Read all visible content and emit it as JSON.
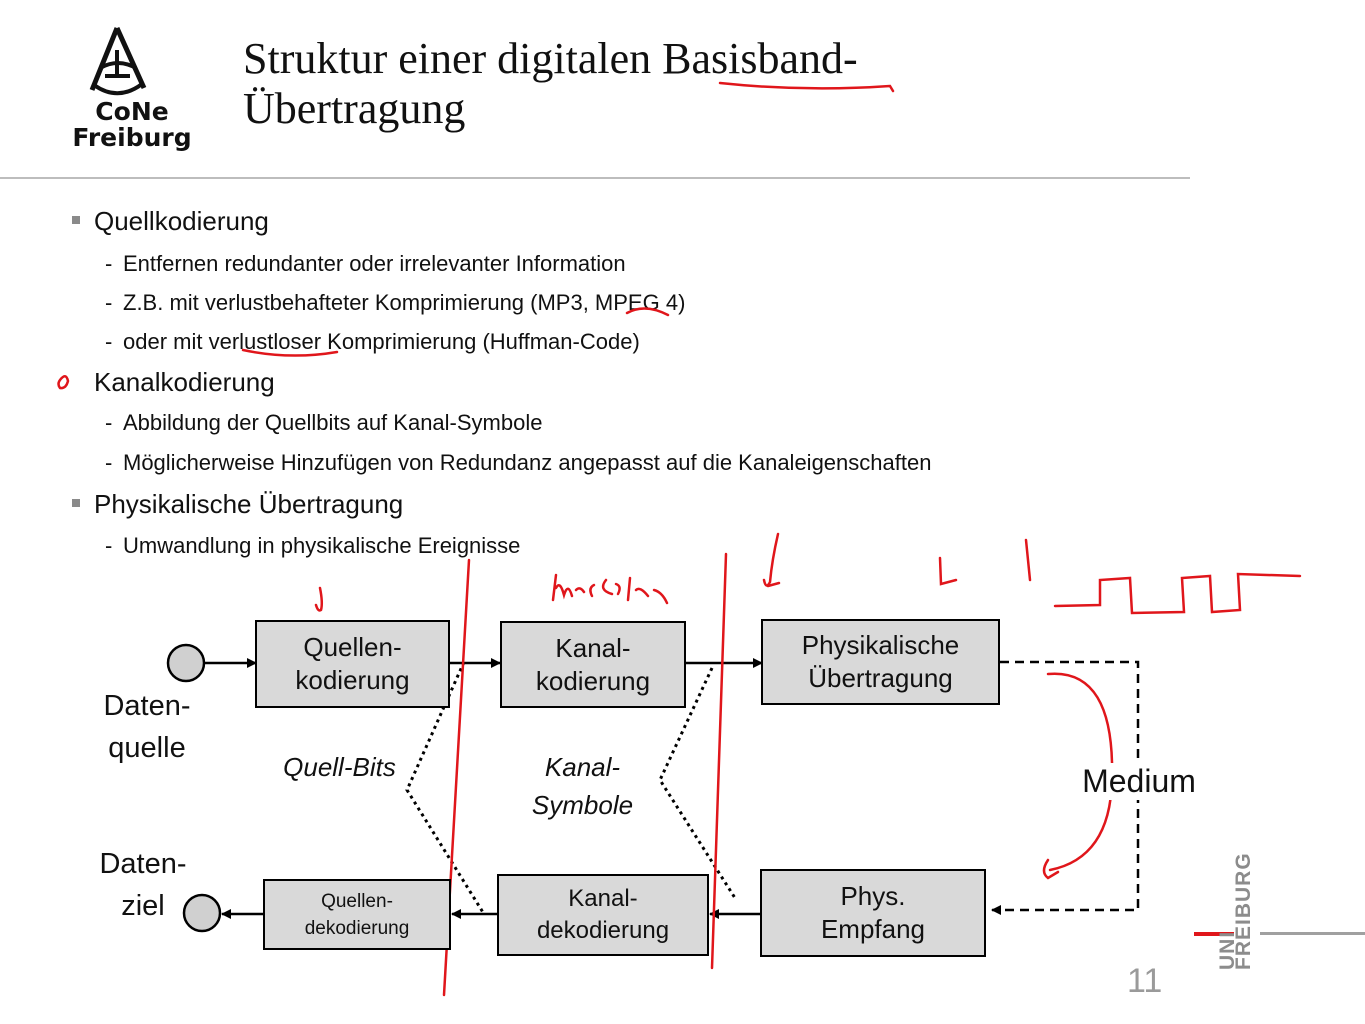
{
  "logo": {
    "line1": "CoNe",
    "line2": "Freiburg"
  },
  "title": {
    "line1": "Struktur einer digitalen Basisband-",
    "line2": "Übertragung"
  },
  "bullets": [
    {
      "text": "Quellkodierung",
      "subs": [
        "Entfernen redundanter oder irrelevanter Information",
        "Z.B. mit verlustbehafteter Komprimierung (MP3, MPEG 4)",
        "oder mit verlustloser Komprimierung (Huffman-Code)"
      ]
    },
    {
      "text": "Kanalkodierung",
      "subs": [
        "Abbildung der Quellbits auf Kanal-Symbole",
        "Möglicherweise Hinzufügen von Redundanz angepasst auf die Kanaleigenschaften"
      ]
    },
    {
      "text": "Physikalische Übertragung",
      "subs": [
        "Umwandlung in physikalische Ereignisse"
      ]
    }
  ],
  "diagram": {
    "source_label": "Daten-\nquelle",
    "sink_label": "Daten-\nziel",
    "boxes": {
      "quellenkodierung": "Quellen-\nkodierung",
      "kanalkodierung": "Kanal-\nkodierung",
      "physikalische_uebertragung": "Physikalische\nÜbertragung",
      "quellendekodierung": "Quellen-\ndekodierung",
      "kanaldekodierung": "Kanal-\ndekodierung",
      "phys_empfang": "Phys.\nEmpfang"
    },
    "quell_bits": "Quell-Bits",
    "kanal_symbole": "Kanal-\nSymbole",
    "medium": "Medium"
  },
  "annotations": {
    "manchester": "Manchester",
    "annotation_color": "#e0161b"
  },
  "footer": {
    "page_number": "11",
    "uni_top": "UNI",
    "uni_bottom": "FREIBURG"
  }
}
